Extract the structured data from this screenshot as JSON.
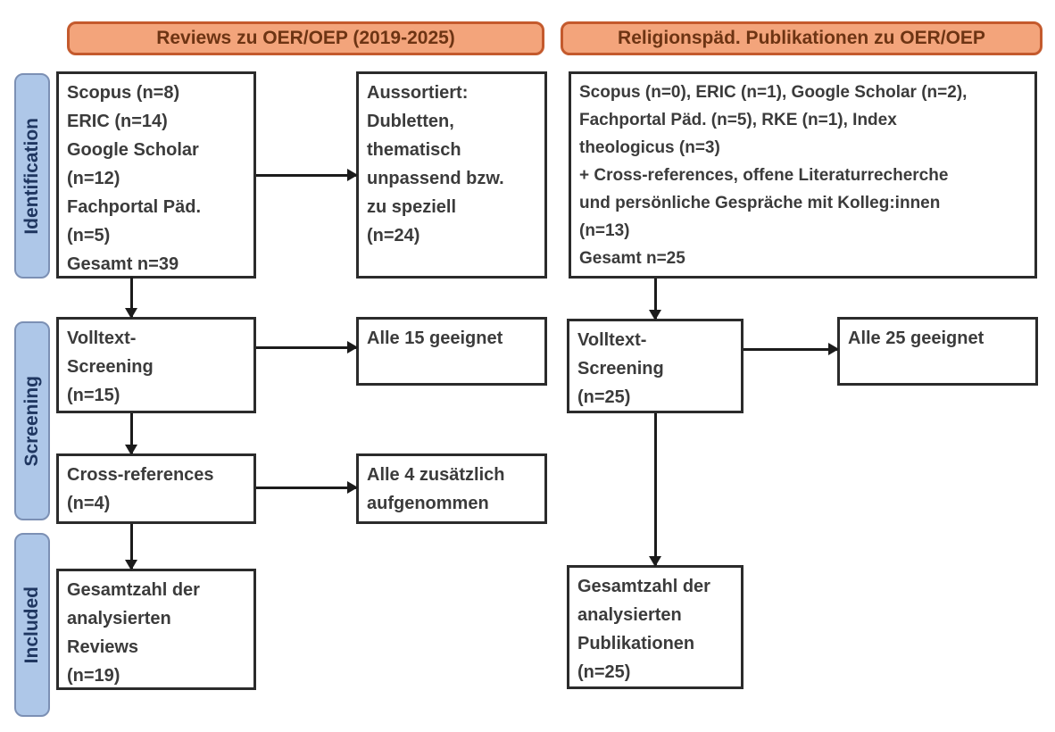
{
  "colors": {
    "header-fill": "#F3A47B",
    "header-border": "#C45A2D",
    "header-text": "#6D3413",
    "stage-fill": "#AEC7E8",
    "stage-border": "#7C90B4",
    "stage-text": "#1F3660",
    "box-border": "#2B2B2B",
    "box-text": "#3B3B3B",
    "arrow": "#1B1B1B",
    "background": "#FFFFFF"
  },
  "headers": {
    "left": "Reviews zu OER/OEP (2019-2025)",
    "right": "Religionspäd. Publikationen zu OER/OEP"
  },
  "stages": {
    "identification": "Identification",
    "screening": "Screening",
    "included": "Included"
  },
  "boxes": {
    "id_left_sources": {
      "lines": [
        "Scopus (n=8)",
        "ERIC (n=14)",
        "Google Scholar",
        "(n=12)",
        "Fachportal Päd.",
        "(n=5)",
        "Gesamt n=39"
      ]
    },
    "id_left_excluded": {
      "lines": [
        "Aussortiert:",
        "Dubletten,",
        "thematisch",
        "unpassend bzw.",
        "zu speziell",
        "(n=24)"
      ]
    },
    "id_right_sources": {
      "lines": [
        "Scopus (n=0), ERIC (n=1), Google Scholar (n=2),",
        "Fachportal Päd. (n=5), RKE (n=1), Index",
        "theologicus (n=3)",
        "+ Cross-references, offene Literaturrecherche",
        "und persönliche Gespräche mit Kolleg:innen",
        "(n=13)",
        "Gesamt n=25"
      ]
    },
    "screening_left_volltext": {
      "lines": [
        "Volltext-",
        "Screening",
        "(n=15)"
      ]
    },
    "screening_left_result": {
      "lines": [
        "Alle 15 geeignet"
      ]
    },
    "screening_left_crossref": {
      "lines": [
        "Cross-references",
        "(n=4)"
      ]
    },
    "screening_left_crossref_result": {
      "lines": [
        "Alle 4 zusätzlich",
        "aufgenommen"
      ]
    },
    "included_left": {
      "lines": [
        "Gesamtzahl der",
        "analysierten",
        "Reviews",
        "(n=19)"
      ]
    },
    "screening_right_volltext": {
      "lines": [
        "Volltext-",
        "Screening",
        "(n=25)"
      ]
    },
    "screening_right_result": {
      "lines": [
        "Alle 25 geeignet"
      ]
    },
    "included_right": {
      "lines": [
        "Gesamtzahl der",
        "analysierten",
        "Publikationen",
        "(n=25)"
      ]
    }
  }
}
